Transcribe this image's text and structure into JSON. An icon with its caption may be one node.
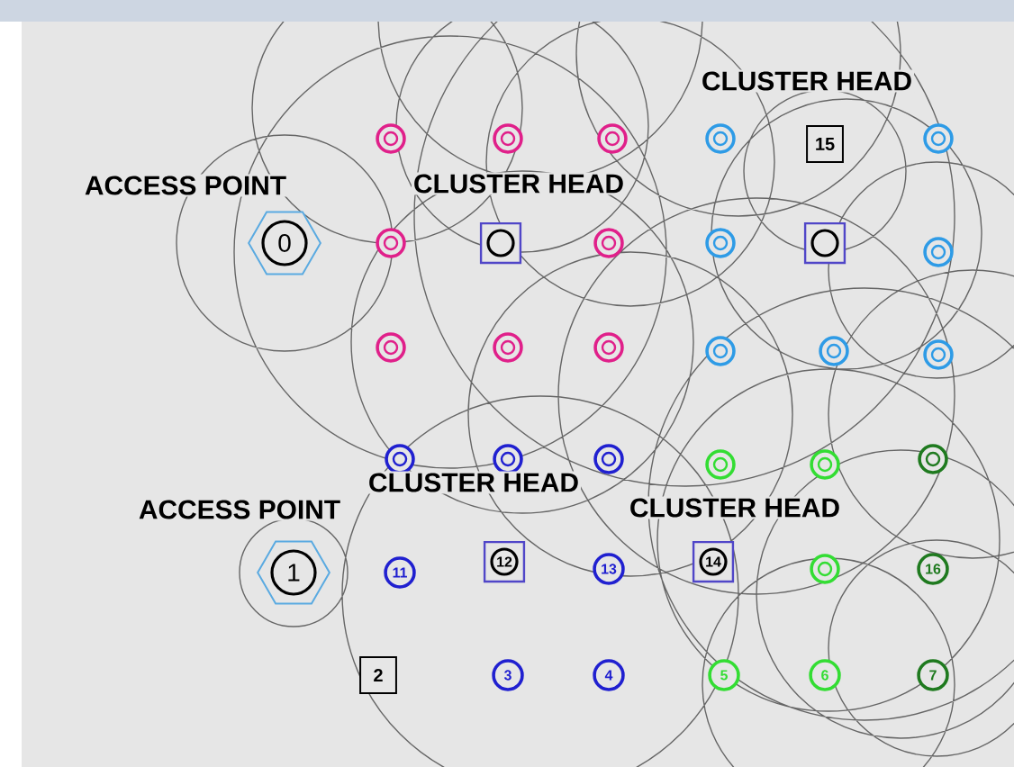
{
  "diagram": {
    "nodes": [
      {
        "text": [
          "0"
        ],
        "beside": [
          "ACCESS POINT"
        ]
      },
      {
        "text": [],
        "shape": "circle"
      },
      {
        "text": [],
        "shape": "circle"
      },
      {
        "text": [],
        "shape": "circle"
      },
      {
        "text": [],
        "shape": "circle"
      },
      {
        "text": [
          "15"
        ]
      },
      {
        "text": [],
        "shape": "circle"
      },
      {
        "text": [],
        "shape": "circle"
      },
      {
        "text": [],
        "shape": "box",
        "beside": [
          "CLUSTER HEAD"
        ]
      },
      {
        "text": [],
        "shape": "circle"
      },
      {
        "text": [],
        "shape": "circle"
      },
      {
        "text": [],
        "shape": "box"
      },
      {
        "text": [],
        "shape": "circle"
      },
      {
        "text": [],
        "shape": "circle"
      },
      {
        "text": [],
        "shape": "circle"
      },
      {
        "text": [],
        "shape": "circle"
      },
      {
        "text": [],
        "shape": "circle"
      },
      {
        "text": [],
        "shape": "circle"
      },
      {
        "text": [],
        "shape": "circle"
      },
      {
        "text": [],
        "shape": "circle"
      },
      {
        "text": [],
        "shape": "circle"
      },
      {
        "text": [],
        "shape": "circle"
      },
      {
        "text": [],
        "shape": "circle"
      },
      {
        "text": [],
        "shape": "circle"
      },
      {
        "text": [],
        "shape": "circle"
      },
      {
        "text": [
          "1"
        ],
        "beside": [
          "ACCESS POINT"
        ]
      },
      {
        "text": [
          "11"
        ]
      },
      {
        "text": [
          "12"
        ]
      },
      {
        "text": [
          "13"
        ]
      },
      {
        "text": [
          "14"
        ],
        "beside": [
          "CLUSTER HEAD"
        ]
      },
      {
        "text": [],
        "shape": "circle"
      },
      {
        "text": [
          "16"
        ]
      },
      {
        "text": [
          "2"
        ]
      },
      {
        "text": [
          "3"
        ]
      },
      {
        "text": [
          "4"
        ]
      },
      {
        "text": [
          "5"
        ]
      },
      {
        "text": [
          "6"
        ]
      },
      {
        "text": [
          "7"
        ]
      }
    ],
    "labels": [
      "CLUSTER HEAD",
      "CLUSTER HEAD"
    ]
  }
}
